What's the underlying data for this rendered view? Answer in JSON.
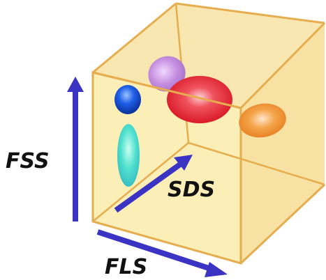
{
  "axes": {
    "vertical": {
      "label": "FSS"
    },
    "depth": {
      "label": "SDS"
    },
    "horizontal": {
      "label": "FLS"
    }
  },
  "colors": {
    "cube_fill": "#fbeeb6",
    "cube_edge": "#e6ad4e",
    "arrow": "#3a33c4",
    "cluster_blue": "#1f5fe8",
    "cluster_cyan": "#46e0cf",
    "cluster_purple": "#c58ee0",
    "cluster_red": "#ea2a3a",
    "cluster_orange": "#f29a3a"
  }
}
